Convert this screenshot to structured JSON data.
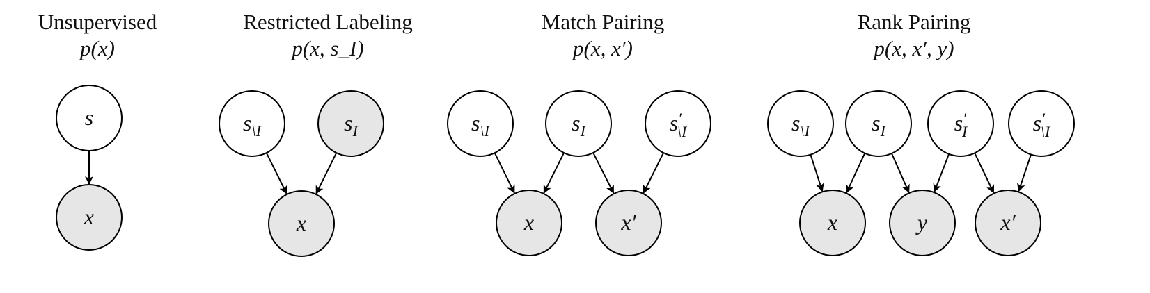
{
  "colors": {
    "observed_fill": "#e6e6e6",
    "latent_fill": "#ffffff",
    "stroke": "#000000"
  },
  "panels": [
    {
      "title": "Unsupervised",
      "formula": "p(x)",
      "nodes": [
        {
          "base": "s",
          "sub": "",
          "prime": "",
          "observed": false
        },
        {
          "base": "x",
          "sub": "",
          "prime": "",
          "observed": true
        }
      ]
    },
    {
      "title": "Restricted Labeling",
      "formula": "p(x, s_I)",
      "nodes": [
        {
          "base": "s",
          "sub": "\\I",
          "prime": "",
          "observed": false
        },
        {
          "base": "s",
          "sub": "I",
          "prime": "",
          "observed": true
        },
        {
          "base": "x",
          "sub": "",
          "prime": "",
          "observed": true
        }
      ]
    },
    {
      "title": "Match Pairing",
      "formula": "p(x, x′)",
      "nodes": [
        {
          "base": "s",
          "sub": "\\I",
          "prime": "",
          "observed": false
        },
        {
          "base": "s",
          "sub": "I",
          "prime": "",
          "observed": false
        },
        {
          "base": "s",
          "sub": "\\I",
          "prime": "′",
          "observed": false
        },
        {
          "base": "x",
          "sub": "",
          "prime": "",
          "observed": true
        },
        {
          "base": "x",
          "sub": "",
          "prime": "′",
          "observed": true
        }
      ]
    },
    {
      "title": "Rank Pairing",
      "formula": "p(x, x′, y)",
      "nodes": [
        {
          "base": "s",
          "sub": "\\I",
          "prime": "",
          "observed": false
        },
        {
          "base": "s",
          "sub": "I",
          "prime": "",
          "observed": false
        },
        {
          "base": "s",
          "sub": "I",
          "prime": "′",
          "observed": false
        },
        {
          "base": "s",
          "sub": "\\I",
          "prime": "′",
          "observed": false
        },
        {
          "base": "x",
          "sub": "",
          "prime": "",
          "observed": true
        },
        {
          "base": "y",
          "sub": "",
          "prime": "",
          "observed": true
        },
        {
          "base": "x",
          "sub": "",
          "prime": "′",
          "observed": true
        }
      ]
    }
  ],
  "edges": [
    [
      0,
      0,
      1
    ],
    [
      1,
      0,
      2
    ],
    [
      1,
      1,
      2
    ],
    [
      2,
      0,
      3
    ],
    [
      2,
      1,
      3
    ],
    [
      2,
      1,
      4
    ],
    [
      2,
      2,
      4
    ],
    [
      3,
      0,
      4
    ],
    [
      3,
      1,
      4
    ],
    [
      3,
      1,
      5
    ],
    [
      3,
      2,
      5
    ],
    [
      3,
      2,
      6
    ],
    [
      3,
      3,
      6
    ]
  ]
}
